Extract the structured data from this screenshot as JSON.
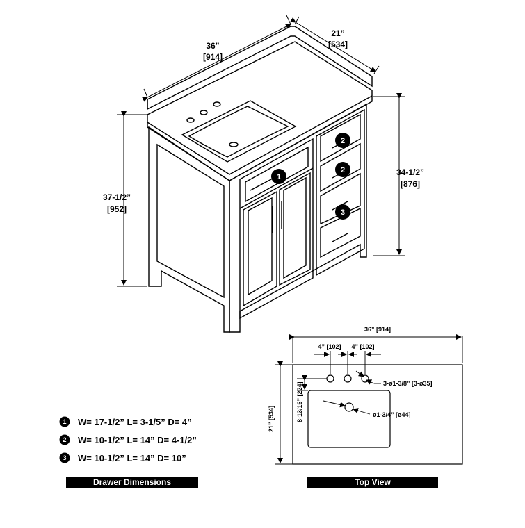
{
  "front_view": {
    "width": "36”",
    "width_mm": "[914]",
    "depth": "21”",
    "depth_mm": "[534]",
    "height": "37-1/2”",
    "height_mm": "[952]",
    "cabinet_height": "34-1/2”",
    "cabinet_height_mm": "[876]",
    "badges": [
      "1",
      "2",
      "2",
      "3"
    ]
  },
  "top_view": {
    "width": "36” [914]",
    "hole_spacing_1": "4” [102]",
    "hole_spacing_2": "4” [102]",
    "holes": "3-ø1-3/8” [3-ø35]",
    "drain": "ø1-3/4” [ø44]",
    "sink_offset": "8-13/16” [224]",
    "depth": "21” [534]"
  },
  "drawer_legend": [
    {
      "num": "1",
      "text": "W= 17-1/2” L= 3-1/5” D= 4”"
    },
    {
      "num": "2",
      "text": "W= 10-1/2” L= 14” D= 4-1/2”"
    },
    {
      "num": "3",
      "text": "W= 10-1/2” L= 14” D= 10”"
    }
  ],
  "sections": {
    "drawer_title": "Drawer Dimensions",
    "top_title": "Top View"
  }
}
